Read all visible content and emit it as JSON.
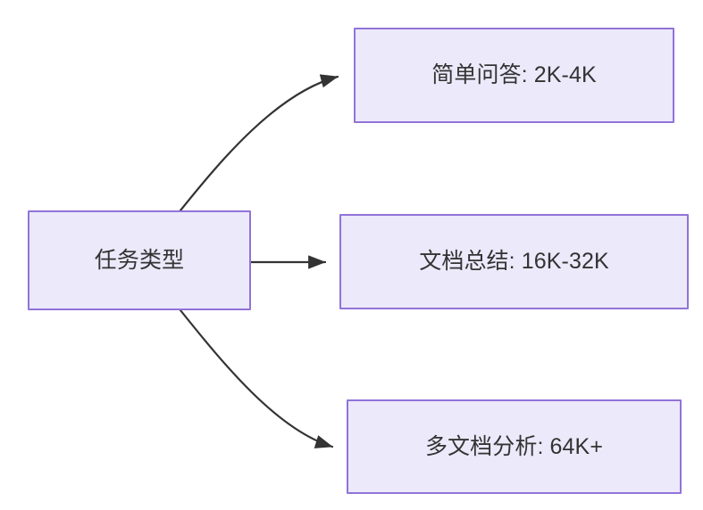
{
  "diagram": {
    "type": "flowchart",
    "direction": "left-to-right",
    "background_color": "#ffffff",
    "node_fill_color": "#ece9fa",
    "node_border_color": "#9173d9",
    "node_text_color": "#333333",
    "edge_color": "#333333",
    "title": "",
    "root": {
      "id": "task-type",
      "label": "任务类型"
    },
    "branches": [
      {
        "id": "simple-qa",
        "label": "简单问答: 2K-4K",
        "task": "简单问答",
        "token_range": "2K-4K",
        "edge_style": "curved",
        "arrow": true
      },
      {
        "id": "doc-summary",
        "label": "文档总结: 16K-32K",
        "task": "文档总结",
        "token_range": "16K-32K",
        "edge_style": "straight",
        "arrow": true
      },
      {
        "id": "multi-doc",
        "label": "多文档分析: 64K+",
        "task": "多文档分析",
        "token_range": "64K+",
        "edge_style": "curved",
        "arrow": true
      }
    ]
  }
}
